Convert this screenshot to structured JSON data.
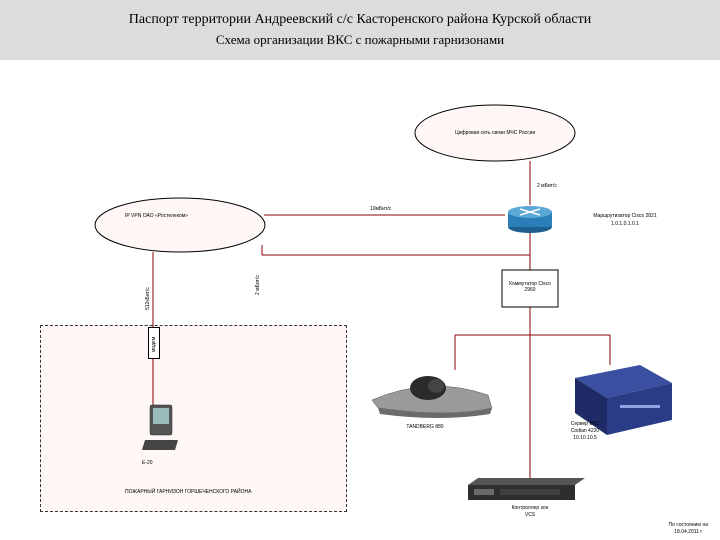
{
  "header": {
    "line1": "Паспорт территории Андреевский с/с Касторенского района Курской области",
    "line2": "Схема организации ВКС с пожарными гарнизонами"
  },
  "clouds": {
    "mchs": "Цифровая сеть связи МЧС России",
    "vpn": "IP VPN ОАО «Ростелеком»"
  },
  "links": {
    "mchs_router": "2 мБит/с",
    "vpn_router": "10мБит/с",
    "vpn_modem": "512кБит/с",
    "vpn_switch": "2 мБит/с"
  },
  "devices": {
    "router": "Маршрутизатор Cisco 2821",
    "router_ip": "1.0.1.0.1.0.1",
    "switch": "Коммутатор Cisco 2960",
    "tandberg": "TANDBERG 880",
    "server_title": "Сервер ВКС",
    "server_model": "Codian 4220",
    "server_ip": "10.10.10.5",
    "modem": "модем",
    "e20": "E-20",
    "controller": "Контроллер зон",
    "controller_sub": "VCS"
  },
  "garrison": "ПОЖАРНЫЙ ГАРНИЗОН ГОРШЕЧЕНСКОГО РАЙОНА",
  "footer": {
    "line1": "По состоянию на",
    "line2": "18.04.2011 г"
  }
}
